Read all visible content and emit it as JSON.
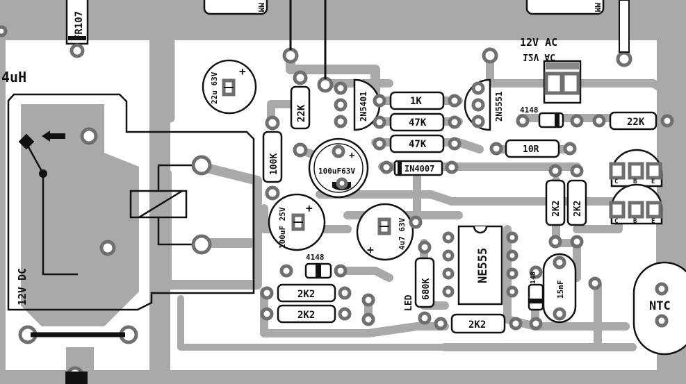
{
  "colors": {
    "background": "#ffffff",
    "copper": "#a9a9a9",
    "pad_ring": "#6f6f6f",
    "silkscreen": "#111111"
  },
  "labels": {
    "fr107": "FR107",
    "inductor": "4uH",
    "supply_dc": "12V DC",
    "supply_ac": "12V AC",
    "supply_ac_mirror": "12V AC",
    "mm_left": "MM",
    "mm_right": "MM"
  },
  "components": {
    "c_22u": "22u 63V",
    "r_22k_a": "22K",
    "q_2n5401": "2N5401",
    "r_1k": "1K",
    "r_47k_a": "47K",
    "r_47k_b": "47K",
    "q_2n5551": "2N5551",
    "d_4148_a": "4148",
    "r_22k_b": "22K",
    "r_100k": "100K",
    "c_100u": "100uF63V",
    "d_1n4007": "IN4007",
    "r_10r": "10R",
    "r_2k2_v1": "2K2",
    "r_2k2_v2": "2K2",
    "c_100u25": "100uF 25V",
    "c_4u7": "4u7 63V",
    "ic_ne555": "NE555",
    "d_4148_b": "4148",
    "r_2k2_h1": "2K2",
    "r_2k2_h2": "2K2",
    "r_680k": "680K",
    "led": "LED",
    "d_4148_c": "4148",
    "c_15n": "15nF",
    "r_2k2_h3": "2K2",
    "ntc": "NTC",
    "pin_c1": "C",
    "pin_b1": "B",
    "pin_e1": "E",
    "pin_c2": "C",
    "pin_b2": "B",
    "pin_e2": "E"
  }
}
